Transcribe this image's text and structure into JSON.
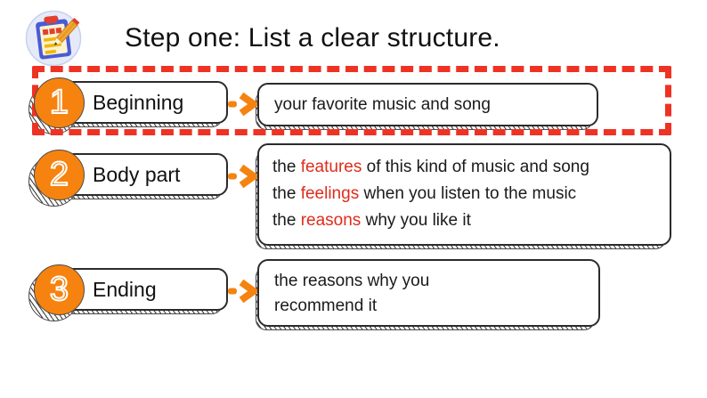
{
  "title": "Step one: List a clear structure.",
  "icon": {
    "name": "clipboard-pencil"
  },
  "colors": {
    "circle_orange": "#F6830F",
    "arrow_orange": "#F5830F",
    "dashed_red": "#EE3223",
    "keyword_red": "#DF2C1B",
    "text_black": "#1a1a1a",
    "background": "#ffffff"
  },
  "rows": [
    {
      "number": "1",
      "label": "Beginning",
      "highlighted": true,
      "lines": [
        {
          "parts": [
            {
              "t": "your favorite music and song"
            }
          ]
        }
      ]
    },
    {
      "number": "2",
      "label": "Body part",
      "highlighted": false,
      "lines": [
        {
          "parts": [
            {
              "t": "the "
            },
            {
              "t": "features",
              "red": true
            },
            {
              "t": " of this kind of music and song"
            }
          ]
        },
        {
          "parts": [
            {
              "t": "the "
            },
            {
              "t": "feelings",
              "red": true
            },
            {
              "t": " when you listen to the music"
            }
          ]
        },
        {
          "parts": [
            {
              "t": "the "
            },
            {
              "t": "reasons",
              "red": true
            },
            {
              "t": " why you like it"
            }
          ]
        }
      ]
    },
    {
      "number": "3",
      "label": "Ending",
      "highlighted": false,
      "lines": [
        {
          "parts": [
            {
              "t": "the reasons why you"
            }
          ]
        },
        {
          "parts": [
            {
              "t": "recommend it"
            }
          ]
        }
      ]
    }
  ]
}
